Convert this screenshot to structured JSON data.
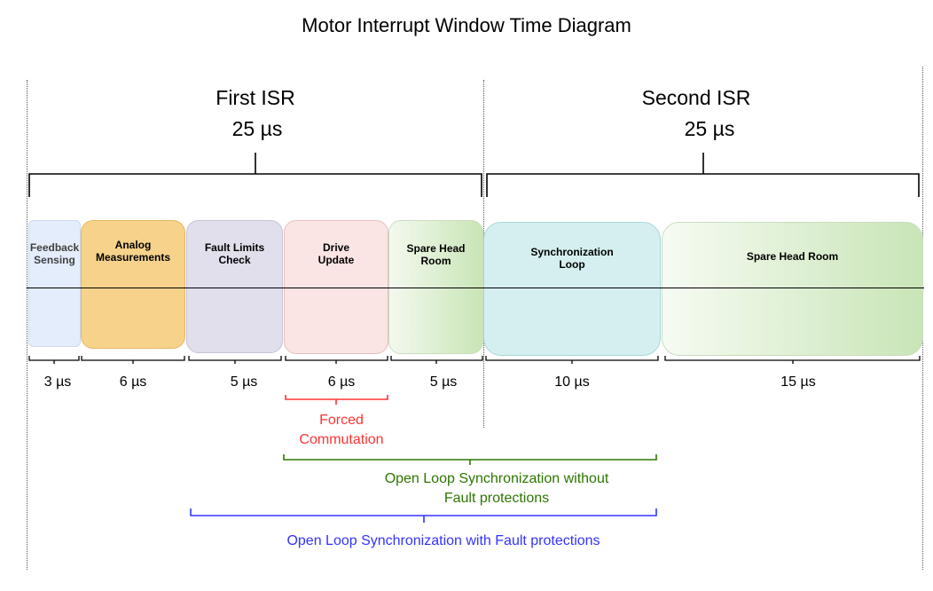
{
  "title": "Motor Interrupt Window Time Diagram",
  "isrs": [
    {
      "name": "First ISR",
      "duration": "25 µs"
    },
    {
      "name": "Second ISR",
      "duration": "25 µs"
    }
  ],
  "blocks": [
    {
      "label": "Feedback\nSensing",
      "duration": "3 µs"
    },
    {
      "label": "Analog\nMeasurements",
      "duration": "6 µs"
    },
    {
      "label": "Fault Limits\nCheck",
      "duration": "5 µs"
    },
    {
      "label": "Drive\nUpdate",
      "duration": "6 µs"
    },
    {
      "label": "Spare Head\nRoom",
      "duration": "5 µs"
    },
    {
      "label": "Synchronization\nLoop",
      "duration": "10 µs"
    },
    {
      "label": "Spare Head Room",
      "duration": "15 µs"
    }
  ],
  "annotations": {
    "forced_commutation": "Forced\nCommutation",
    "open_loop_without": "Open Loop Synchronization without\nFault protections",
    "open_loop_with": "Open Loop Synchronization with Fault protections"
  },
  "colors": {
    "forced_commutation": "#ff3333",
    "open_loop_without": "#2d7600",
    "open_loop_with": "#3333ff"
  }
}
